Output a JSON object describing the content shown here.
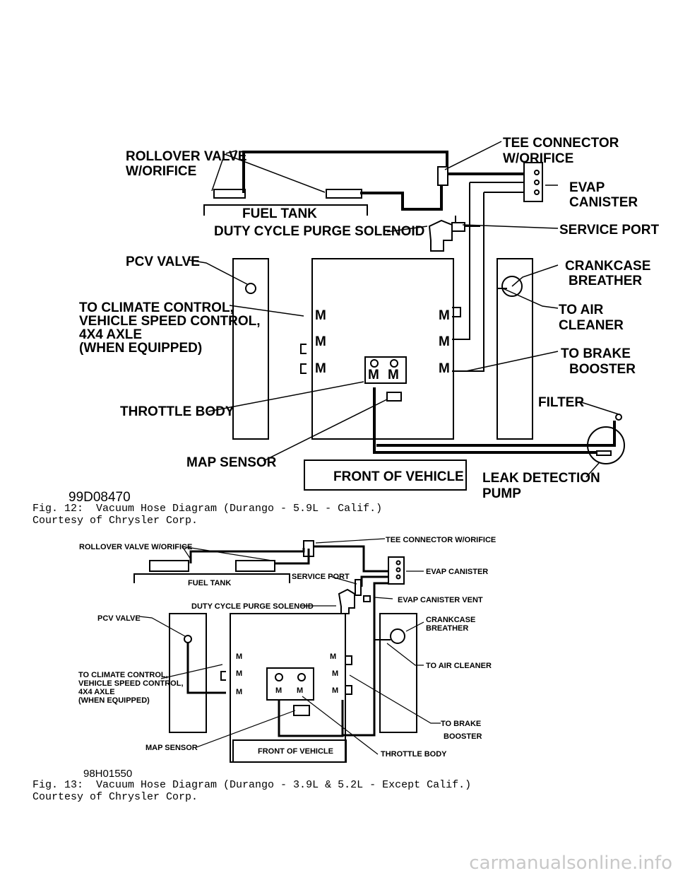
{
  "fig12": {
    "id": "99D08470",
    "caption": "Fig. 12:  Vacuum Hose Diagram (Durango - 5.9L - Calif.)",
    "courtesy": "Courtesy of Chrysler Corp.",
    "labels": {
      "rollover_1": "ROLLOVER VALVE",
      "rollover_2": "W/ORIFICE",
      "fuel_tank": "FUEL TANK",
      "duty_cycle": "DUTY CYCLE PURGE SOLENOID",
      "pcv": "PCV VALVE",
      "climate_1": "TO CLIMATE CONTROL,",
      "climate_2": "VEHICLE SPEED CONTROL,",
      "climate_3": "4X4 AXLE",
      "climate_4": "(WHEN EQUIPPED)",
      "throttle": "THROTTLE BODY",
      "map": "MAP SENSOR",
      "front": "FRONT OF VEHICLE",
      "tee_1": "TEE CONNECTOR",
      "tee_2": "W/ORIFICE",
      "evap_1": "EVAP",
      "evap_2": "CANISTER",
      "service": "SERVICE PORT",
      "crank_1": "CRANKCASE",
      "crank_2": "BREATHER",
      "air_1": "TO AIR",
      "air_2": "CLEANER",
      "brake_1": "TO BRAKE",
      "brake_2": "BOOSTER",
      "filter": "FILTER",
      "leak_1": "LEAK DETECTION",
      "leak_2": "PUMP",
      "m": "M"
    }
  },
  "fig13": {
    "id": "98H01550",
    "caption": "Fig. 13:  Vacuum Hose Diagram (Durango - 3.9L & 5.2L - Except Calif.)",
    "courtesy": "Courtesy of Chrysler Corp.",
    "labels": {
      "rollover": "ROLLOVER VALVE W/ORIFICE",
      "fuel_tank": "FUEL TANK",
      "service": "SERVICE PORT",
      "duty_cycle": "DUTY CYCLE PURGE SOLENOID",
      "pcv": "PCV VALVE",
      "climate_1": "TO CLIMATE CONTROL,",
      "climate_2": "VEHICLE SPEED CONTROL,",
      "climate_3": "4X4 AXLE",
      "climate_4": "(WHEN EQUIPPED)",
      "map": "MAP SENSOR",
      "front": "FRONT OF VEHICLE",
      "throttle": "THROTTLE BODY",
      "tee": "TEE CONNECTOR W/ORIFICE",
      "evap": "EVAP CANISTER",
      "evap_vent": "EVAP CANISTER VENT",
      "crank_1": "CRANKCASE",
      "crank_2": "BREATHER",
      "air": "TO AIR CLEANER",
      "brake_1": "TO BRAKE",
      "brake_2": "BOOSTER",
      "m": "M"
    }
  },
  "watermark": "carmanualsonline.info"
}
